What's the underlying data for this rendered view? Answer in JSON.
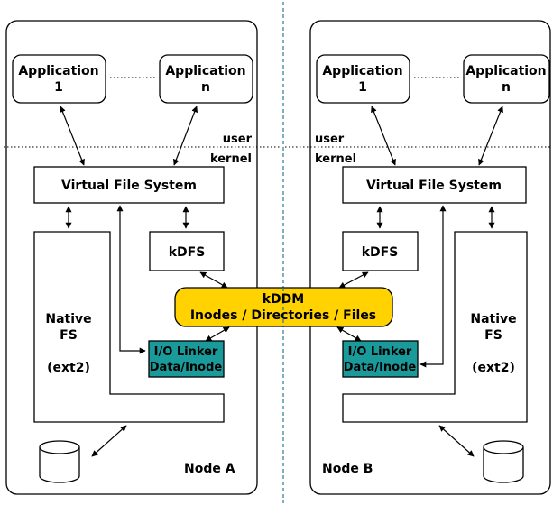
{
  "node_a": {
    "app1_line1": "Application",
    "app1_line2": "1",
    "appn_line1": "Application",
    "appn_line2": "n",
    "user_label": "user",
    "kernel_label": "kernel",
    "vfs_label": "Virtual File System",
    "kdfs_label": "kDFS",
    "native_line1": "Native",
    "native_line2": "FS",
    "native_line3": "(ext2)",
    "linker_line1": "I/O Linker",
    "linker_line2": "Data/Inode",
    "node_label": "Node A"
  },
  "node_b": {
    "app1_line1": "Application",
    "app1_line2": "1",
    "appn_line1": "Application",
    "appn_line2": "n",
    "user_label": "user",
    "kernel_label": "kernel",
    "vfs_label": "Virtual File System",
    "kdfs_label": "kDFS",
    "native_line1": "Native",
    "native_line2": "FS",
    "native_line3": "(ext2)",
    "linker_line1": "I/O Linker",
    "linker_line2": "Data/Inode",
    "node_label": "Node B"
  },
  "kddm": {
    "line1": "kDDM",
    "line2": "Inodes / Directories / Files"
  },
  "colors": {
    "kddm_fill": "#ffd200",
    "linker_fill": "#1a9a9a",
    "divider": "#2a7a8c",
    "stroke": "#000000"
  }
}
